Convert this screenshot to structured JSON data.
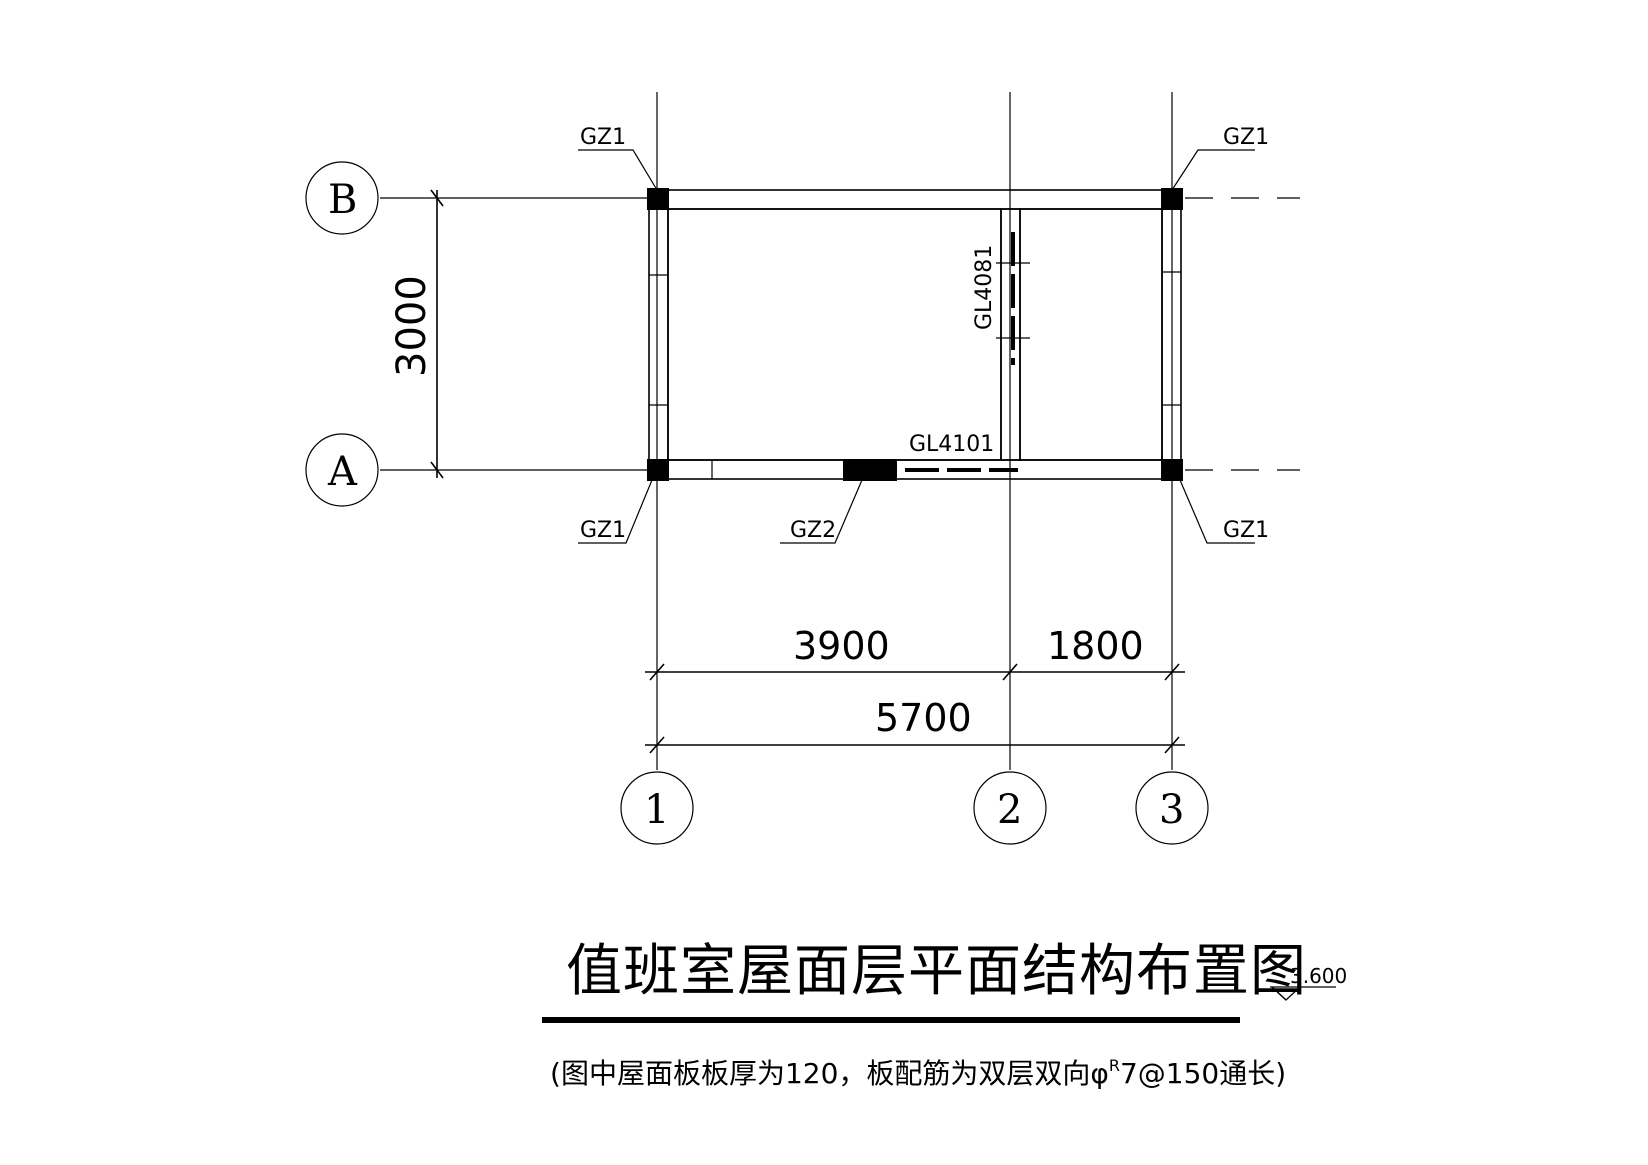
{
  "axes": {
    "horizontal": [
      "B",
      "A"
    ],
    "vertical": [
      "1",
      "2",
      "3"
    ]
  },
  "dimensions": {
    "vertical_span": "3000",
    "span_1_2": "3900",
    "span_2_3": "1800",
    "total": "5700"
  },
  "labels": {
    "gz1_top_left": "GZ1",
    "gz1_top_right": "GZ1",
    "gz1_bottom_left": "GZ1",
    "gz1_bottom_right": "GZ1",
    "gz2": "GZ2",
    "gl4101": "GL4101",
    "gl4081": "GL4081"
  },
  "title": "值班室屋面层平面结构布置图",
  "elevation": "3.600",
  "note": {
    "open": "(",
    "text": "图中屋面板板厚为120，板配筋为双层双向φ",
    "sup": "R",
    "tail": "7@150通长",
    "close": ")"
  }
}
